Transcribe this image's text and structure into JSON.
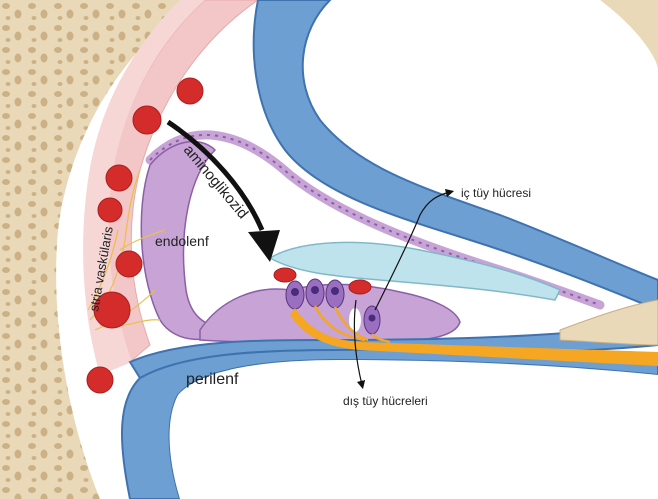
{
  "labels": {
    "aminoglycoside": "aminoglikozid",
    "endolymph": "endolenf",
    "inner_hair_cell": "iç tüy hücresi",
    "stria": "stria vaskülaris",
    "perilymph": "perilenf",
    "outer_hair_cells": "dış tüy hücreleri"
  },
  "colors": {
    "bone": "#e9d9b8",
    "bone_pore": "#c9ad82",
    "stria_pink": "#f3c7c7",
    "membrane_blue": "#6e9fd2",
    "membrane_blue_dark": "#3f73b0",
    "cell_purple": "#c7a3d6",
    "cell_purple_dark": "#8a5fa6",
    "tectorial": "#bfe3ec",
    "nerve_orange": "#f5a623",
    "blood_red": "#d42b2b",
    "arrow_black": "#111111"
  },
  "icons": [
    "blood-vessel-icon",
    "hair-cell-icon",
    "nerve-fiber-icon",
    "arrow-icon"
  ]
}
